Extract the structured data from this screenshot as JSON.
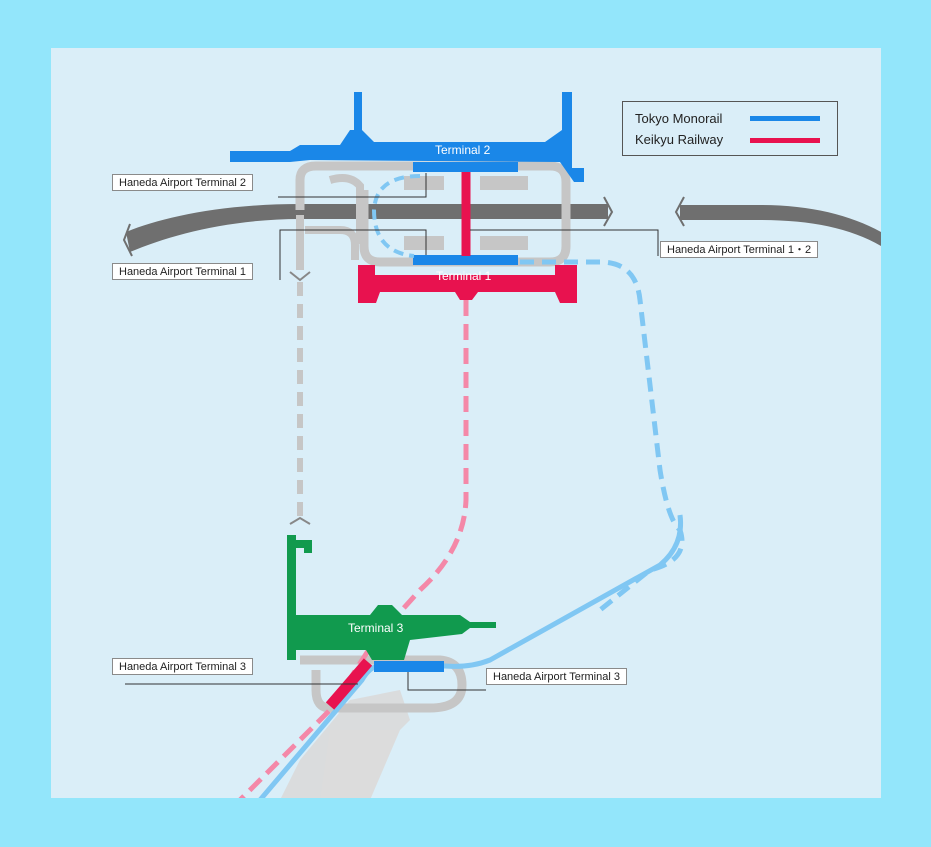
{
  "map": {
    "legend": {
      "monorail_label": "Tokyo Monorail",
      "keikyu_label": "Keikyu Railway",
      "monorail_color": "#1a87e8",
      "keikyu_color": "#e8124f"
    },
    "terminals": {
      "t2": "Terminal 2",
      "t1": "Terminal 1",
      "t3": "Terminal 3"
    },
    "stations": {
      "monorail_t2": "Haneda Airport Terminal 2",
      "monorail_t1": "Haneda Airport Terminal 1",
      "keikyu_t12": "Haneda Airport Terminal 1・2",
      "keikyu_t3": "Haneda Airport Terminal 3",
      "monorail_t3": "Haneda Airport Terminal 3"
    },
    "colors": {
      "terminal2": "#1a87e8",
      "terminal1": "#e8124f",
      "terminal3": "#119a4e",
      "road": "#6f6f6f",
      "background": "#daeef8",
      "border": "#93e6fb"
    }
  }
}
